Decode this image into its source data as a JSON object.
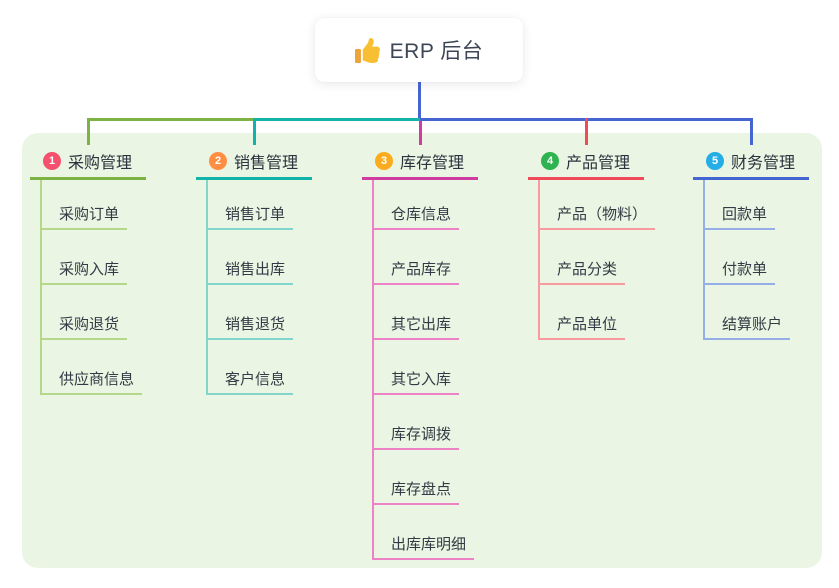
{
  "canvas": {
    "background": "#ffffff",
    "panel_background": "#eaf6e3"
  },
  "root": {
    "title": "ERP 后台",
    "icon": "thumbs-up-icon",
    "icon_color": "#f8bf33",
    "icon_sleeve_color": "#eda43b",
    "connector_color": "#4565d0"
  },
  "branches": [
    {
      "num": "1",
      "label": "采购管理",
      "badge_color": "#f5506e",
      "line_color": "#7cb342",
      "child_line_color": "#b5d789",
      "children": [
        "采购订单",
        "采购入库",
        "采购退货",
        "供应商信息"
      ]
    },
    {
      "num": "2",
      "label": "销售管理",
      "badge_color": "#ff8e43",
      "line_color": "#12b3a8",
      "child_line_color": "#82d5cb",
      "children": [
        "销售订单",
        "销售出库",
        "销售退货",
        "客户信息"
      ]
    },
    {
      "num": "3",
      "label": "库存管理",
      "badge_color": "#fbab1e",
      "line_color": "#ce3d9f",
      "child_line_color": "#ee82c6",
      "children": [
        "仓库信息",
        "产品库存",
        "其它出库",
        "其它入库",
        "库存调拨",
        "库存盘点",
        "出库库明细"
      ]
    },
    {
      "num": "4",
      "label": "产品管理",
      "badge_color": "#2fb350",
      "line_color": "#f04b58",
      "child_line_color": "#f79ba1",
      "children": [
        "产品（物料）",
        "产品分类",
        "产品单位"
      ]
    },
    {
      "num": "5",
      "label": "财务管理",
      "badge_color": "#25aee5",
      "line_color": "#4565d0",
      "child_line_color": "#96aee8",
      "children": [
        "回款单",
        "付款单",
        "结算账户"
      ]
    }
  ]
}
